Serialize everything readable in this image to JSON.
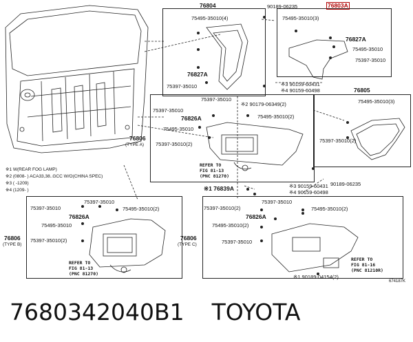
{
  "caption": {
    "part_number": "7680342040B1",
    "brand": "TOYOTA"
  },
  "figure_id": "674187K",
  "notes": [
    "※1 W(REAR FOG LAMP)",
    "※2 (0808-        ) ACA33,38..GCC W/O(CHINA SPEC)",
    "※3 (          -1209)",
    "※4 (1209-          )"
  ],
  "labels": {
    "top_panel_part": "76804",
    "top_right_part": "76803A",
    "p1": "75495-35010(4)",
    "p2": "90189-06235",
    "p3": "75495-35010(3)",
    "p4": "76827A",
    "p5": "75495-35010",
    "p6": "75397-35010",
    "p7": "76827A",
    "p8": "75397-35010",
    "p9": "※3 90159-60431",
    "p10": "※4 90159-60498",
    "p11": "76805",
    "p12": "75495-35010(3)",
    "p13": "75397-35010(2)",
    "p14": "75397-35010",
    "p15": "※2 90179-06349(2)",
    "p16": "75397-35010",
    "p17": "75495-35010(2)",
    "p18": "76826A",
    "p19": "75495-35010",
    "p20": "75397-35010(2)",
    "p21": "76806",
    "p22": "(TYPE A)",
    "p23": "REFER TO",
    "p24": "FIG 81-13",
    "p25": "(PNC 81270)",
    "p26": "※1 76839A",
    "p27": "※3 90159-60431",
    "p28": "※4 90159-60498",
    "p29": "90189-06235",
    "b1": "75397-35010",
    "b2": "75397-35010",
    "b3": "75495-35010(2)",
    "b4": "76826A",
    "b5": "75495-35010",
    "b6": "76806",
    "b7": "(TYPE B)",
    "b8": "75397-35010(2)",
    "b9": "REFER TO",
    "b10": "FIG 81-13",
    "b11": "(PNC 81270)",
    "c1": "75397-35010",
    "c2": "75397-35010(2)",
    "c3": "75495-35010(2)",
    "c4": "76826A",
    "c5": "75495-35010(2)",
    "c6": "76806",
    "c7": "(TYPE C)",
    "c8": "75397-35010",
    "c9": "REFER TO",
    "c10": "FIG 81-16",
    "c11": "(PNC 81210R)",
    "c12": "※1 90189-04154(2)"
  }
}
